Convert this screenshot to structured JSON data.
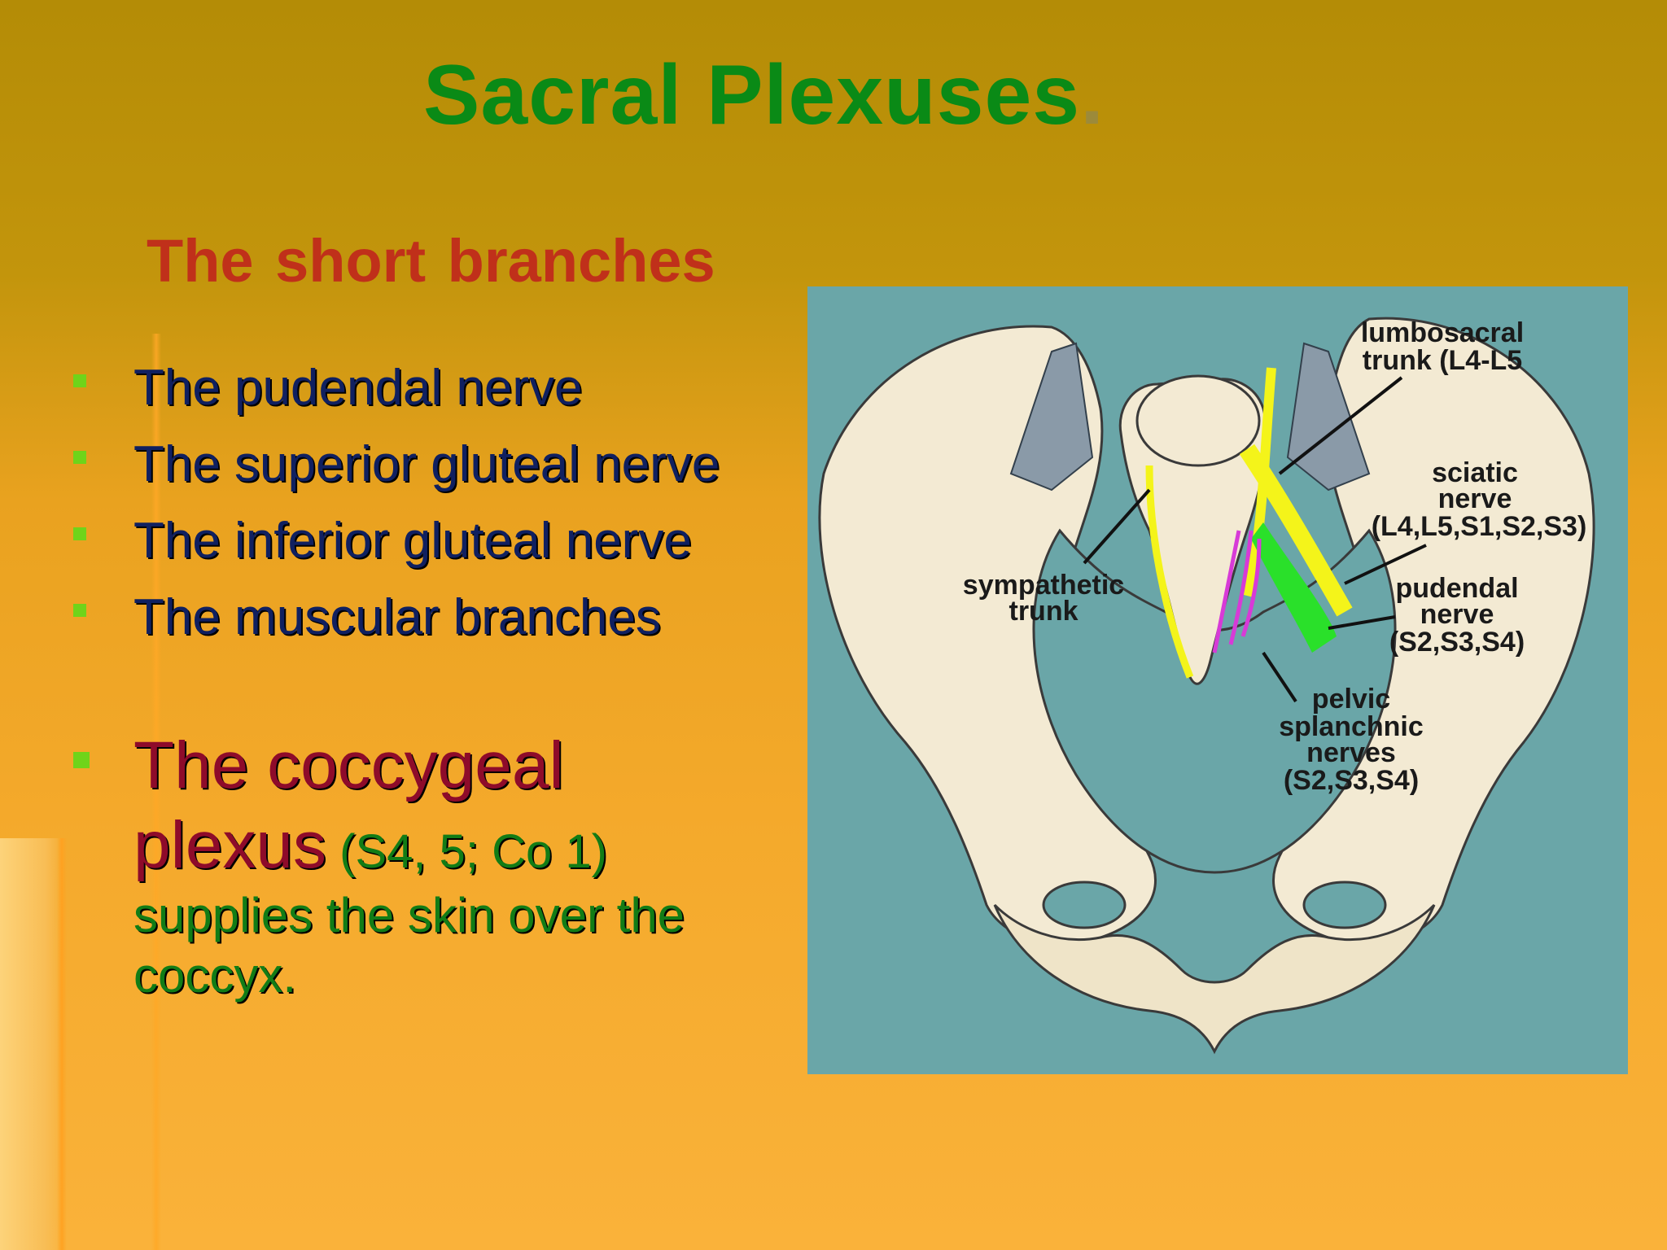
{
  "title": "Sacral Plexuses",
  "title_dot": ".",
  "subtitle": "The short  branches",
  "bullets": [
    "The pudendal nerve",
    "The  superior gluteal nerve",
    "The  inferior gluteal nerve",
    "The muscular branches"
  ],
  "coccygeal": {
    "title_line1": "The coccygeal",
    "title_line2": "plexus",
    "segments": " (S4, 5; Co 1)",
    "description": "supplies the skin over the coccyx."
  },
  "figure_labels": {
    "lumbosacral_1": "lumbosacral",
    "lumbosacral_2": "trunk (L4-L5",
    "sciatic_1": "sciatic",
    "sciatic_2": "nerve",
    "sciatic_3": "(L4,L5,S1,S2,S3)",
    "sympathetic_1": "sympathetic",
    "sympathetic_2": "trunk",
    "pudendal_1": "pudendal",
    "pudendal_2": "nerve",
    "pudendal_3": "(S2,S3,S4)",
    "pelvic_1": "pelvic",
    "pelvic_2": "splanchnic",
    "pelvic_3": "nerves",
    "pelvic_4": "(S2,S3,S4)"
  },
  "colors": {
    "title": "#0a8a16",
    "subtitle": "#c0301a",
    "bullet_text": "#102060",
    "bullet_marker": "#6fd41a",
    "coccygeal_title": "#8e0b2a",
    "coccygeal_text": "#127c16",
    "figure_bg": "#6aa6a8",
    "bone": "#f3ead3",
    "nerve_yellow": "#f4f41a",
    "nerve_green": "#2ae02a",
    "nerve_magenta": "#d73ad7"
  }
}
